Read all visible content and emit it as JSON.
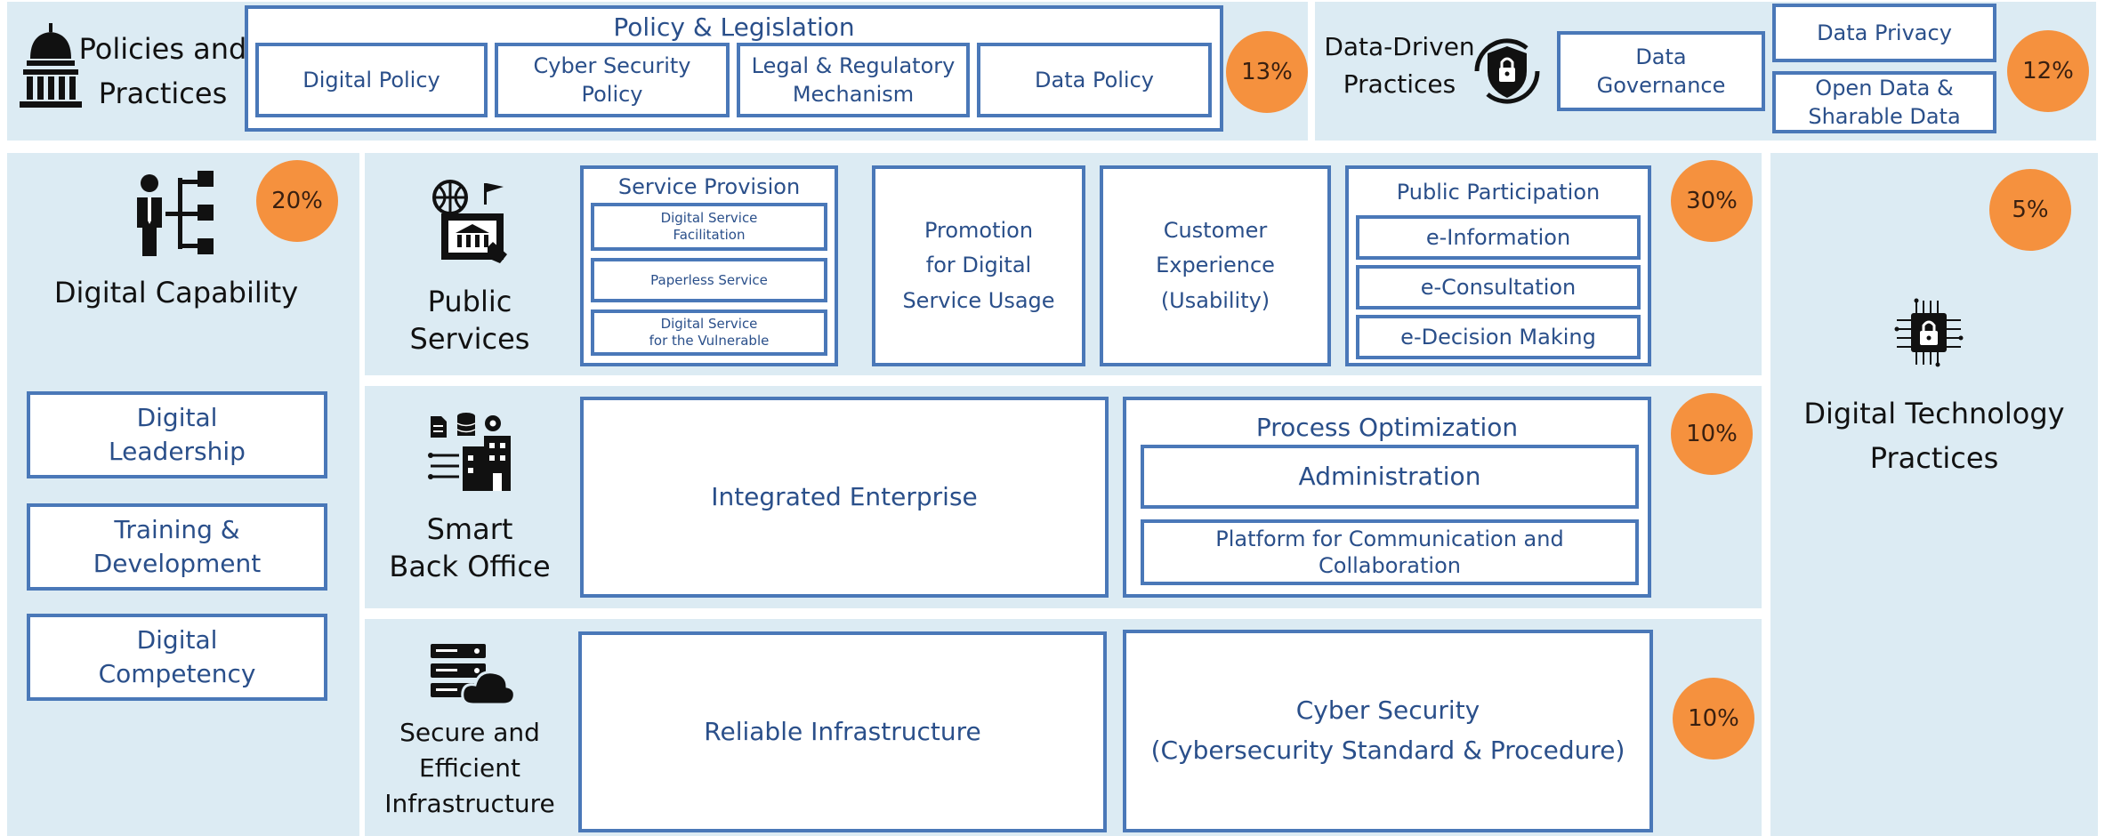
{
  "policies": {
    "title": "Policies and\nPractices",
    "icon": "capitol-building-icon",
    "group_title": "Policy & Legislation",
    "items": [
      "Digital Policy",
      "Cyber Security\nPolicy",
      "Legal & Regulatory\nMechanism",
      "Data Policy"
    ],
    "percent": "13%"
  },
  "data_driven": {
    "title": "Data-Driven\nPractices",
    "icon": "shield-lock-icon",
    "governance": "Data\nGovernance",
    "privacy": "Data Privacy",
    "open_data": "Open Data &\nSharable Data",
    "percent": "12%"
  },
  "digital_capability": {
    "title": "Digital Capability",
    "icon": "org-chart-person-icon",
    "percent": "20%",
    "items": [
      "Digital\nLeadership",
      "Training &\nDevelopment",
      "Digital\nCompetency"
    ]
  },
  "public_services": {
    "title": "Public\nServices",
    "icon": "government-online-icon",
    "percent": "30%",
    "service_provision": {
      "title": "Service Provision",
      "items": [
        "Digital Service\nFacilitation",
        "Paperless Service",
        "Digital Service\nfor the Vulnerable"
      ]
    },
    "promotion": "Promotion\nfor Digital\nService Usage",
    "customer": "Customer\nExperience\n(Usability)",
    "participation": {
      "title": "Public Participation",
      "items": [
        "e-Information",
        "e-Consultation",
        "e-Decision Making"
      ]
    }
  },
  "smart_back_office": {
    "title": "Smart\nBack Office",
    "icon": "back-office-icon",
    "percent": "10%",
    "integrated": "Integrated Enterprise",
    "process": {
      "title": "Process Optimization",
      "items": [
        "Administration",
        "Platform for Communication and\nCollaboration"
      ]
    }
  },
  "infrastructure": {
    "title": "Secure and\nEfficient\nInfrastructure",
    "icon": "server-cloud-icon",
    "percent": "10%",
    "reliable": "Reliable Infrastructure",
    "cyber": "Cyber Security\n(Cybersecurity Standard & Procedure)"
  },
  "digital_technology": {
    "title": "Digital Technology\nPractices",
    "icon": "chip-lock-icon",
    "percent": "5%"
  },
  "colors": {
    "panel": "#dcebf3",
    "border": "#4a78b8",
    "badge": "#f5913e",
    "text": "#2a4f8a"
  }
}
